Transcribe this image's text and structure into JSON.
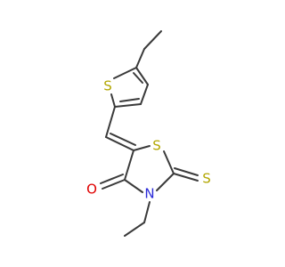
{
  "molecule": {
    "atoms": {
      "s_thiophene": {
        "symbol": "S",
        "color": "#b2a600"
      },
      "s_ring": {
        "symbol": "S",
        "color": "#b2a600"
      },
      "s_thione": {
        "symbol": "S",
        "color": "#b2a600"
      },
      "o_carbonyl": {
        "symbol": "O",
        "color": "#e00000"
      },
      "n_ring": {
        "symbol": "N",
        "color": "#2a2ad8"
      }
    },
    "bond_color": "#3a3a3a"
  }
}
